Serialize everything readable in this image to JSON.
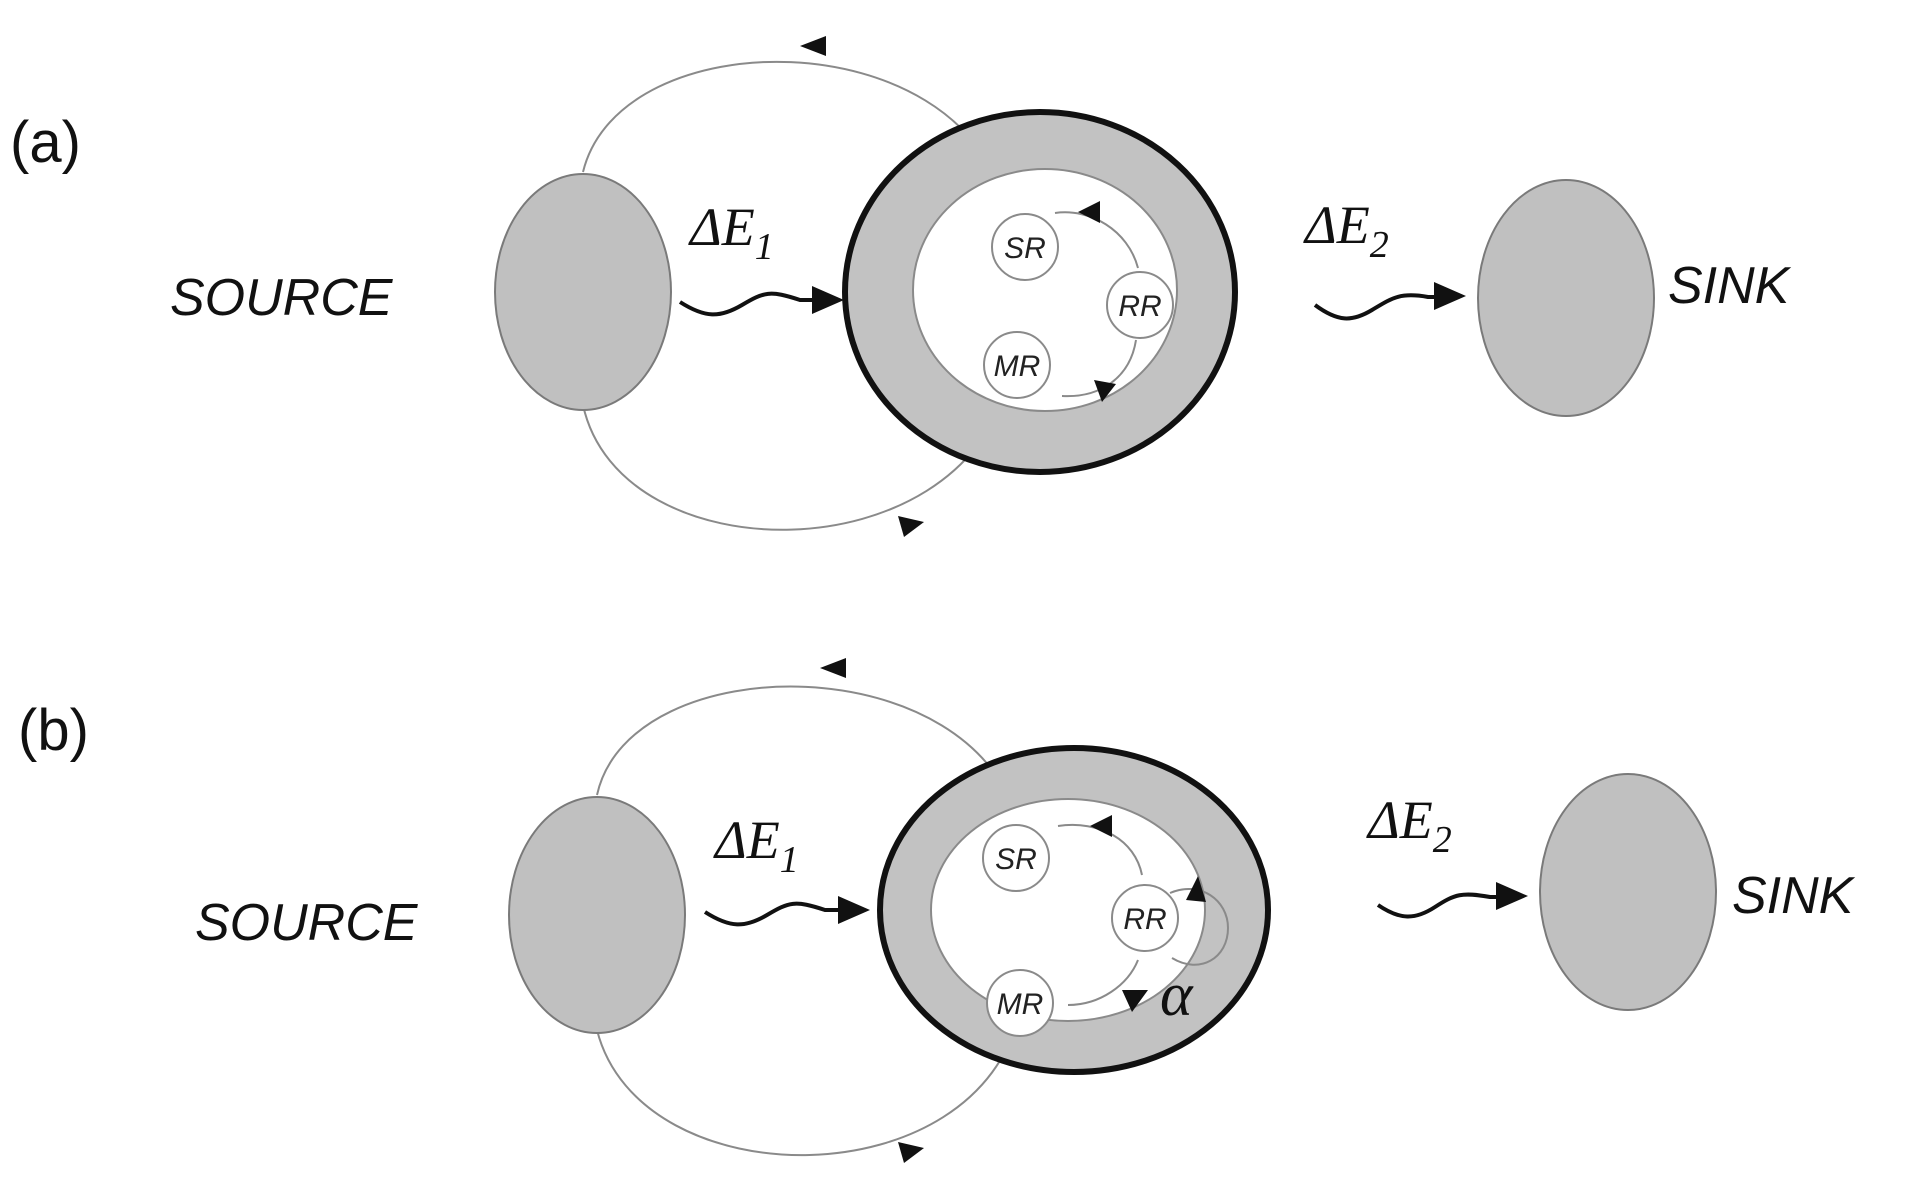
{
  "panels": [
    {
      "label": "(a)",
      "source": "SOURCE",
      "sink": "SINK",
      "energy_in": {
        "symbol": "ΔE",
        "sub": "1"
      },
      "energy_out": {
        "symbol": "ΔE",
        "sub": "2"
      },
      "nodes": {
        "sr": "SR",
        "rr": "RR",
        "mr": "MR"
      }
    },
    {
      "label": "(b)",
      "source": "SOURCE",
      "sink": "SINK",
      "energy_in": {
        "symbol": "ΔE",
        "sub": "1"
      },
      "energy_out": {
        "symbol": "ΔE",
        "sub": "2"
      },
      "nodes": {
        "sr": "SR",
        "rr": "RR",
        "mr": "MR"
      },
      "self_loop": "α"
    }
  ]
}
